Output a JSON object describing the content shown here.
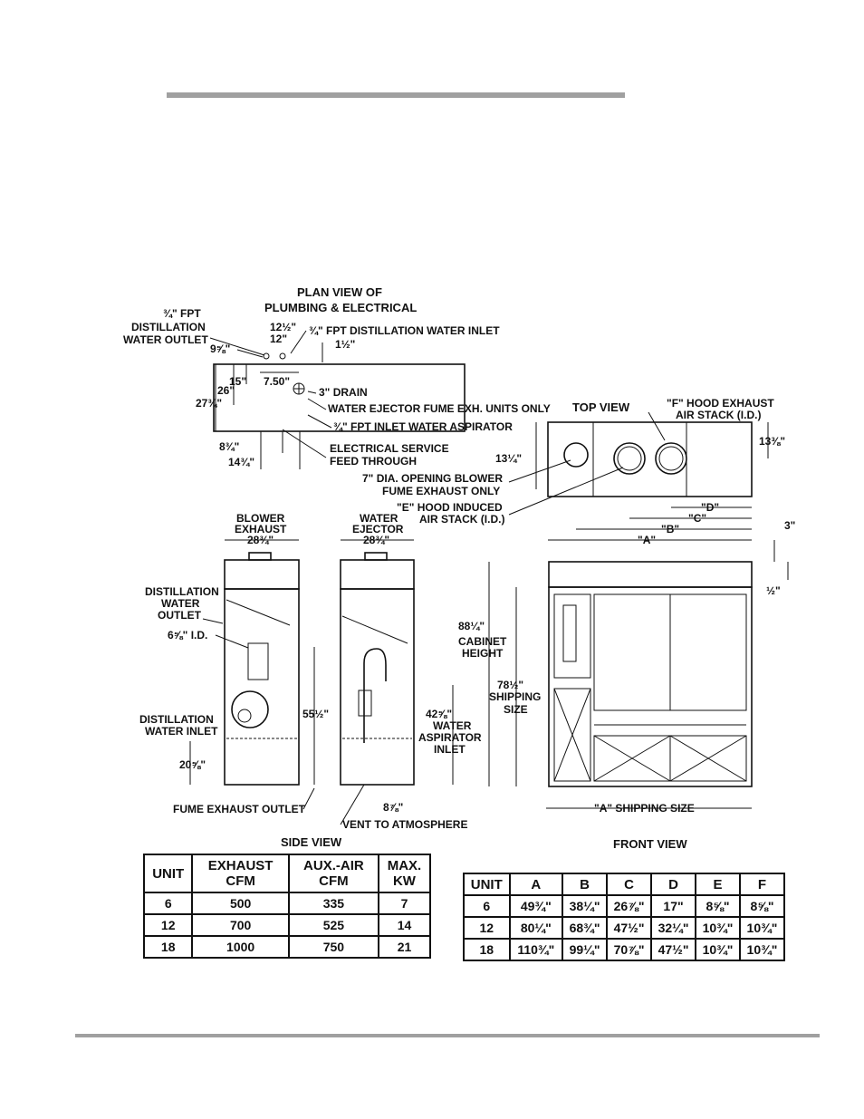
{
  "plan": {
    "title_line1": "PLAN VIEW OF",
    "title_line2": "PLUMBING & ELECTRICAL",
    "labels": {
      "distill_outlet_1": "¾\" FPT",
      "distill_outlet_2": "DISTILLATION",
      "distill_outlet_3": "WATER OUTLET",
      "dim_12_5": "12½\"",
      "dim_12": "12\"",
      "distill_inlet": "¾\" FPT DISTILLATION WATER INLET",
      "dim_1_5": "1½\"",
      "dim_9_5_8": "9⅝\"",
      "dim_7_50": "7.50\"",
      "dim_15": "15\"",
      "dim_26": "26\"",
      "dim_27_3_4": "27¾\"",
      "drain": "3\" DRAIN",
      "ejector": "WATER EJECTOR FUME EXH. UNITS ONLY",
      "aspirator": "¾\" FPT INLET WATER ASPIRATOR",
      "dim_8_3_4": "8¾\"",
      "dim_14_3_4": "14¾\"",
      "elec_1": "ELECTRICAL SERVICE",
      "elec_2": "FEED THROUGH"
    }
  },
  "top_view": {
    "title": "TOP VIEW",
    "f_stack_1": "\"F\" HOOD EXHAUST",
    "f_stack_2": "AIR STACK (I.D.)",
    "dim_13_3_8": "13⅜\"",
    "dim_13_1_4": "13¼\"",
    "opening_1": "7\" DIA. OPENING BLOWER",
    "opening_2": "FUME EXHAUST ONLY",
    "e_stack_1": "\"E\" HOOD INDUCED",
    "e_stack_2": "AIR STACK (I.D.)",
    "dim_d": "\"D\"",
    "dim_c": "\"C\"",
    "dim_b": "\"B\"",
    "dim_a": "\"A\""
  },
  "side_view": {
    "title": "SIDE VIEW",
    "blower_1": "BLOWER",
    "blower_2": "EXHAUST",
    "blower_w": "28¾\"",
    "ejector_1": "WATER",
    "ejector_2": "EJECTOR",
    "ejector_w": "28¾\"",
    "outlet_1": "DISTILLATION",
    "outlet_2": "WATER",
    "outlet_3": "OUTLET",
    "id_label": "6⅝\" I.D.",
    "inlet_1": "DISTILLATION",
    "inlet_2": "WATER INLET",
    "dim_20_5_8": "20⅝\"",
    "dim_55_1_2": "55½\"",
    "asp_dim": "42⅝\"",
    "asp_1": "WATER",
    "asp_2": "ASPIRATOR",
    "asp_3": "INLET",
    "fume_outlet": "FUME EXHAUST OUTLET",
    "dim_8_7_8": "8⅞\"",
    "vent": "VENT TO ATMOSPHERE"
  },
  "front_view": {
    "title": "FRONT VIEW",
    "cab_1": "88¼\"",
    "cab_2": "CABINET",
    "cab_3": "HEIGHT",
    "ship_1": "78½\"",
    "ship_2": "SHIPPING",
    "ship_3": "SIZE",
    "dim_3": "3\"",
    "dim_half": "½\"",
    "a_ship": "\"A\" SHIPPING SIZE"
  },
  "side_table": {
    "headers": [
      [
        "UNIT"
      ],
      [
        "EXHAUST",
        "CFM"
      ],
      [
        "AUX.-AIR",
        "CFM"
      ],
      [
        "MAX.",
        "KW"
      ]
    ],
    "rows": [
      [
        "6",
        "500",
        "335",
        "7"
      ],
      [
        "12",
        "700",
        "525",
        "14"
      ],
      [
        "18",
        "1000",
        "750",
        "21"
      ]
    ]
  },
  "front_table": {
    "headers": [
      "UNIT",
      "A",
      "B",
      "C",
      "D",
      "E",
      "F"
    ],
    "rows": [
      [
        "6",
        "49¾\"",
        "38¼\"",
        "26⅞\"",
        "17\"",
        "8⅝\"",
        "8⅝\""
      ],
      [
        "12",
        "80¼\"",
        "68¾\"",
        "47½\"",
        "32¼\"",
        "10¾\"",
        "10¾\""
      ],
      [
        "18",
        "110¾\"",
        "99¼\"",
        "70⅞\"",
        "47½\"",
        "10¾\"",
        "10¾\""
      ]
    ]
  }
}
